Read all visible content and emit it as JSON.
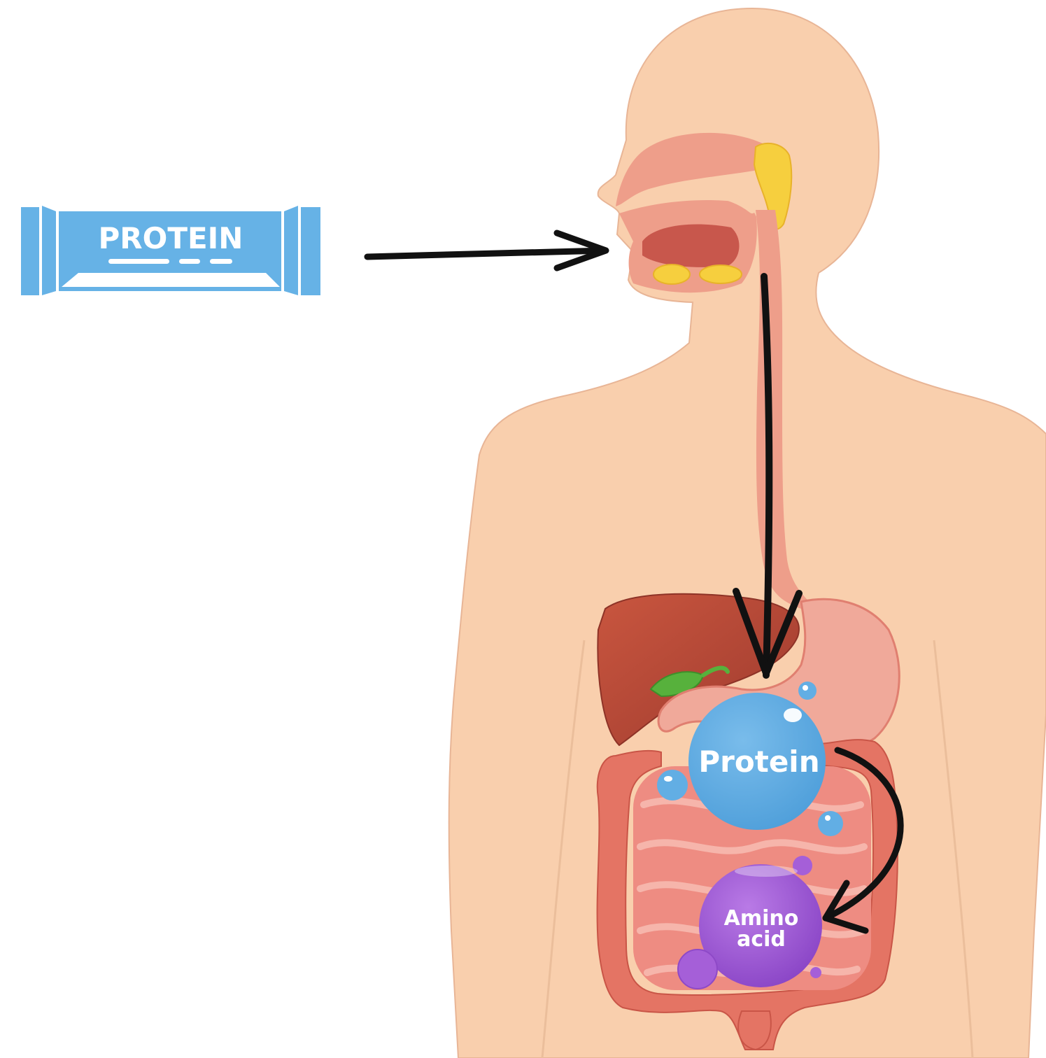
{
  "protein_bar": {
    "label": "PROTEIN",
    "color": "#66B2E6"
  },
  "bubbles": {
    "protein": {
      "label": "Protein",
      "color": "#62AEE4"
    },
    "amino_acid": {
      "line1": "Amino",
      "line2": "acid",
      "color": "#A55FD8"
    }
  },
  "colors": {
    "skin": "#F9CFAD",
    "skin_outline": "#E8B596",
    "esophagus": "#EE9E8A",
    "stomach": "#F0A99A",
    "liver": "#B84A3A",
    "gallbladder": "#57B13C",
    "salivary": "#F6CF3E",
    "intestine": "#EE8C82",
    "colon": "#E47464",
    "arrow": "#111111"
  }
}
